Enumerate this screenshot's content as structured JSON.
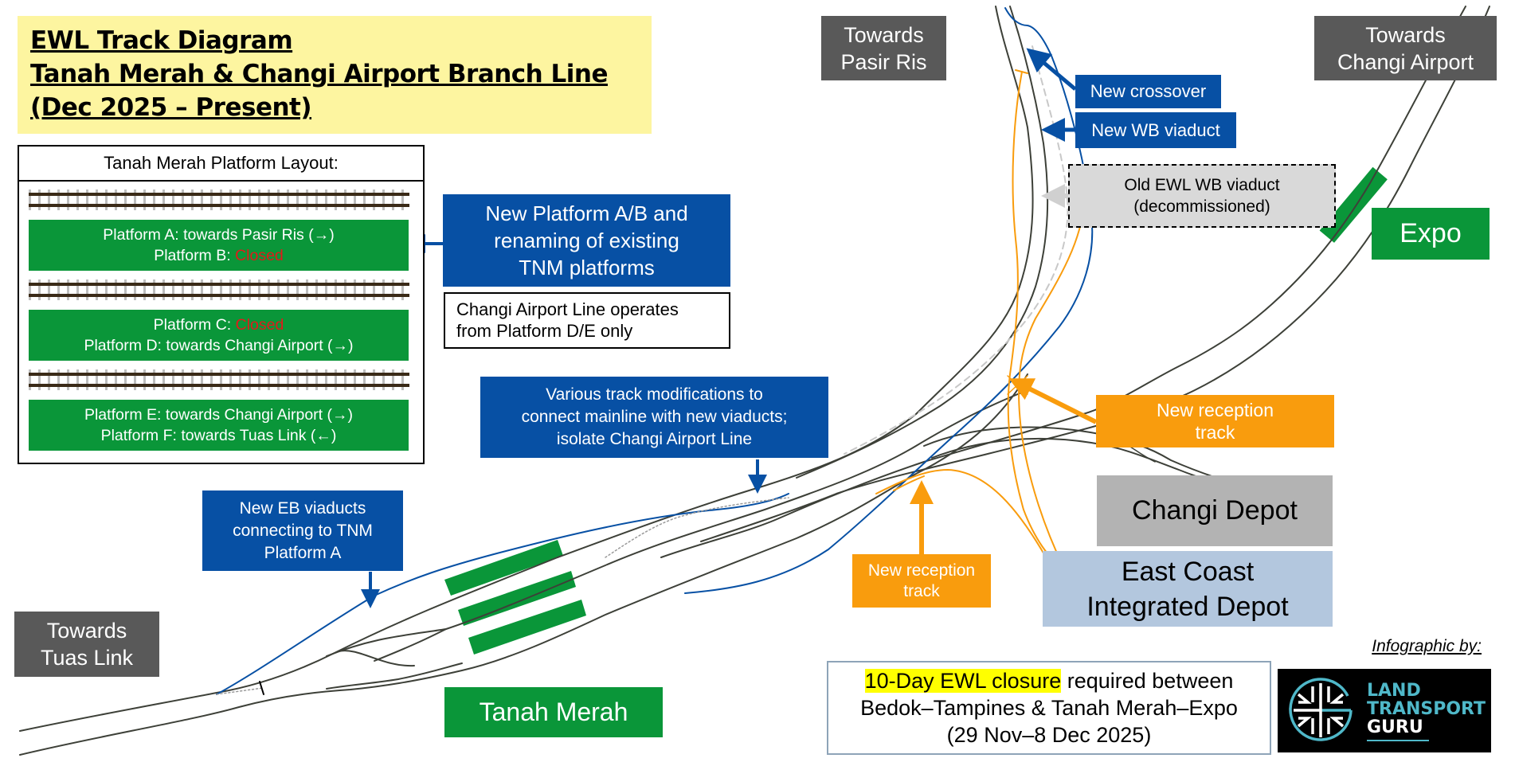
{
  "title": {
    "line1": "EWL Track Diagram",
    "line2": "Tanah Merah & Changi Airport Branch Line",
    "line3": "(Dec 2025 – Present)"
  },
  "platform_layout": {
    "heading": "Tanah Merah Platform Layout:",
    "platforms": [
      {
        "line1_prefix": "Platform A: towards Pasir Ris (→)",
        "line2_prefix": "Platform B: ",
        "line2_status": "Closed"
      },
      {
        "line1_prefix": "Platform C: ",
        "line1_status": "Closed",
        "line2_prefix": "Platform D: towards Changi Airport (→)"
      },
      {
        "line1_prefix": "Platform E: towards Changi Airport (→)",
        "line2_prefix": "Platform F: towards Tuas Link (←)"
      }
    ]
  },
  "annotations": {
    "new_platform": [
      "New Platform A/B and",
      "renaming of existing",
      "TNM platforms"
    ],
    "cal_note": [
      "Changi Airport Line operates",
      "from Platform D/E only"
    ],
    "track_mods": [
      "Various track modifications to",
      "connect mainline with new viaducts;",
      "isolate Changi Airport Line"
    ],
    "eb_viaducts": [
      "New EB viaducts",
      "connecting to TNM",
      "Platform A"
    ],
    "new_crossover": "New crossover",
    "new_wb_viaduct": "New WB viaduct",
    "old_wb_viaduct": [
      "Old EWL WB viaduct",
      "(decommissioned)"
    ],
    "reception_right": [
      "New reception",
      "track"
    ],
    "reception_bottom": [
      "New reception",
      "track"
    ]
  },
  "destinations": {
    "pasir_ris": [
      "Towards",
      "Pasir Ris"
    ],
    "changi_airport": [
      "Towards",
      "Changi Airport"
    ],
    "tuas_link": [
      "Towards",
      "Tuas Link"
    ]
  },
  "stations": {
    "tanah_merah": "Tanah Merah",
    "expo": "Expo"
  },
  "depots": {
    "changi": "Changi Depot",
    "ecid": [
      "East Coast",
      "Integrated Depot"
    ]
  },
  "notice": {
    "highlight": "10-Day EWL closure",
    "rest1": " required between",
    "line2": "Bedok–Tampines & Tanah Merah–Expo",
    "line3": "(29 Nov–8 Dec 2025)"
  },
  "credit": {
    "label": "Infographic by:",
    "logo_line1": "LAND",
    "logo_line2": "TRANSPORT",
    "logo_line3": "GURU"
  },
  "colors": {
    "existing_track": "#3d4038",
    "new_viaduct": "#0750a4",
    "reception_track": "#f99c0d",
    "decommissioned": "#c8c8c8",
    "station_green": "#0a9639",
    "closed_red": "#e21a1a",
    "logo_teal": "#4fb8c9"
  }
}
